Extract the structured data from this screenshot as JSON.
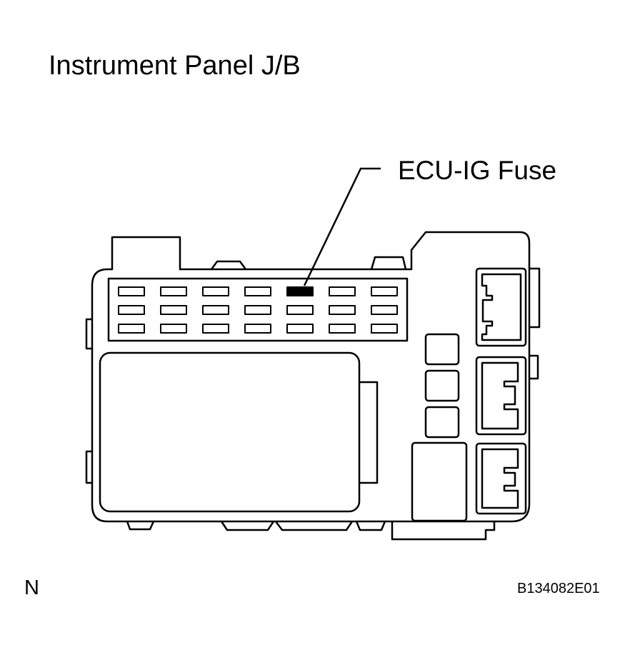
{
  "title": "Instrument Panel J/B",
  "callout_label": "ECU-IG Fuse",
  "corner_mark": "N",
  "figure_code": "B134082E01",
  "fuse_grid": {
    "rows": 3,
    "cols": 7,
    "highlight_row": 0,
    "highlight_col": 4
  },
  "colors": {
    "line": "#000000",
    "background": "#ffffff",
    "highlight": "#000000"
  }
}
